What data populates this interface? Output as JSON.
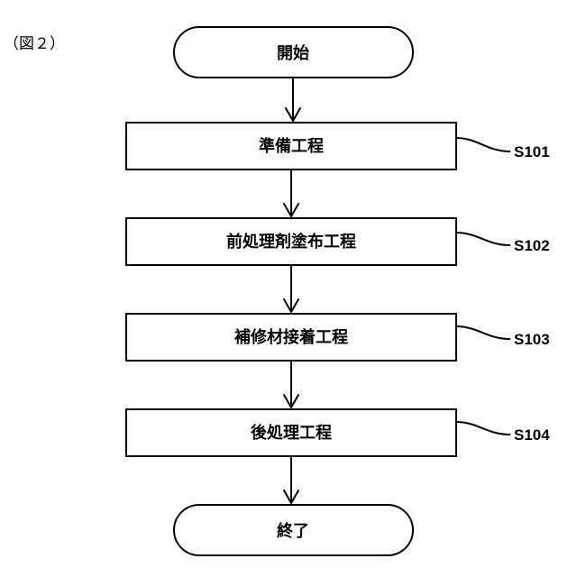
{
  "figure_label": "（図２）",
  "start": {
    "label": "開始"
  },
  "end": {
    "label": "終了"
  },
  "steps": [
    {
      "label": "準備工程",
      "id": "S101"
    },
    {
      "label": "前処理剤塗布工程",
      "id": "S102"
    },
    {
      "label": "補修材接着工程",
      "id": "S103"
    },
    {
      "label": "後処理工程",
      "id": "S104"
    }
  ]
}
